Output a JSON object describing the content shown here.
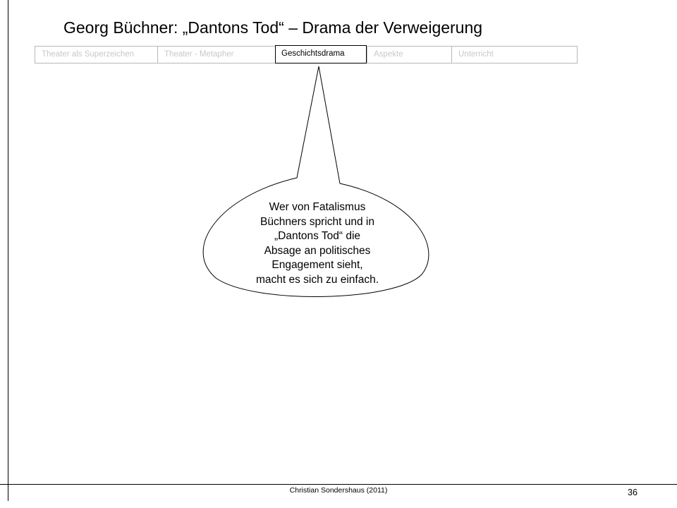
{
  "title": "Georg Büchner: „Dantons Tod“ –  Drama der Verweigerung",
  "tabs": [
    {
      "label": "Theater als Superzeichen"
    },
    {
      "label": "Theater - Metapher"
    },
    {
      "label": "Geschichtsdrama"
    },
    {
      "label": "Aspekte"
    },
    {
      "label": "Unterricht"
    }
  ],
  "bubble": {
    "lines": [
      "Wer von Fatalismus",
      "Büchners spricht  und in",
      "„Dantons Tod“ die",
      "Absage an politisches",
      "Engagement sieht,",
      "macht es sich zu einfach."
    ]
  },
  "footer": {
    "author": "Christian Sondershaus (2011)",
    "page": "36"
  }
}
